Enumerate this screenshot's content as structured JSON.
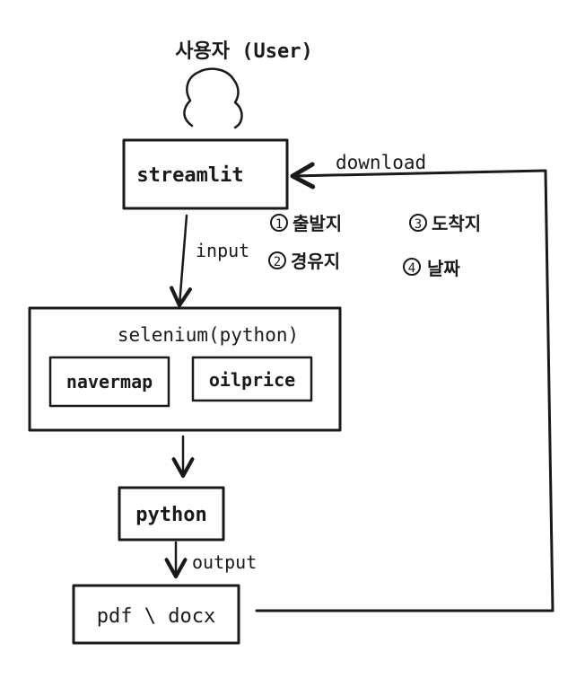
{
  "user": {
    "label": "사용자 (User)",
    "icon": "person-head-icon"
  },
  "boxes": {
    "streamlit": "streamlit",
    "selenium": "selenium(python)",
    "navermap": "navermap",
    "oilprice": "oilprice",
    "python": "python",
    "output_file": "pdf \\ docx"
  },
  "edges": {
    "input": "input",
    "output": "output",
    "download": "download"
  },
  "options": [
    {
      "num": "1",
      "label": "출발지"
    },
    {
      "num": "2",
      "label": "경유지"
    },
    {
      "num": "3",
      "label": "도착지"
    },
    {
      "num": "4",
      "label": "날짜"
    }
  ],
  "colors": {
    "ink": "#1a1a1a",
    "paper": "#ffffff"
  }
}
